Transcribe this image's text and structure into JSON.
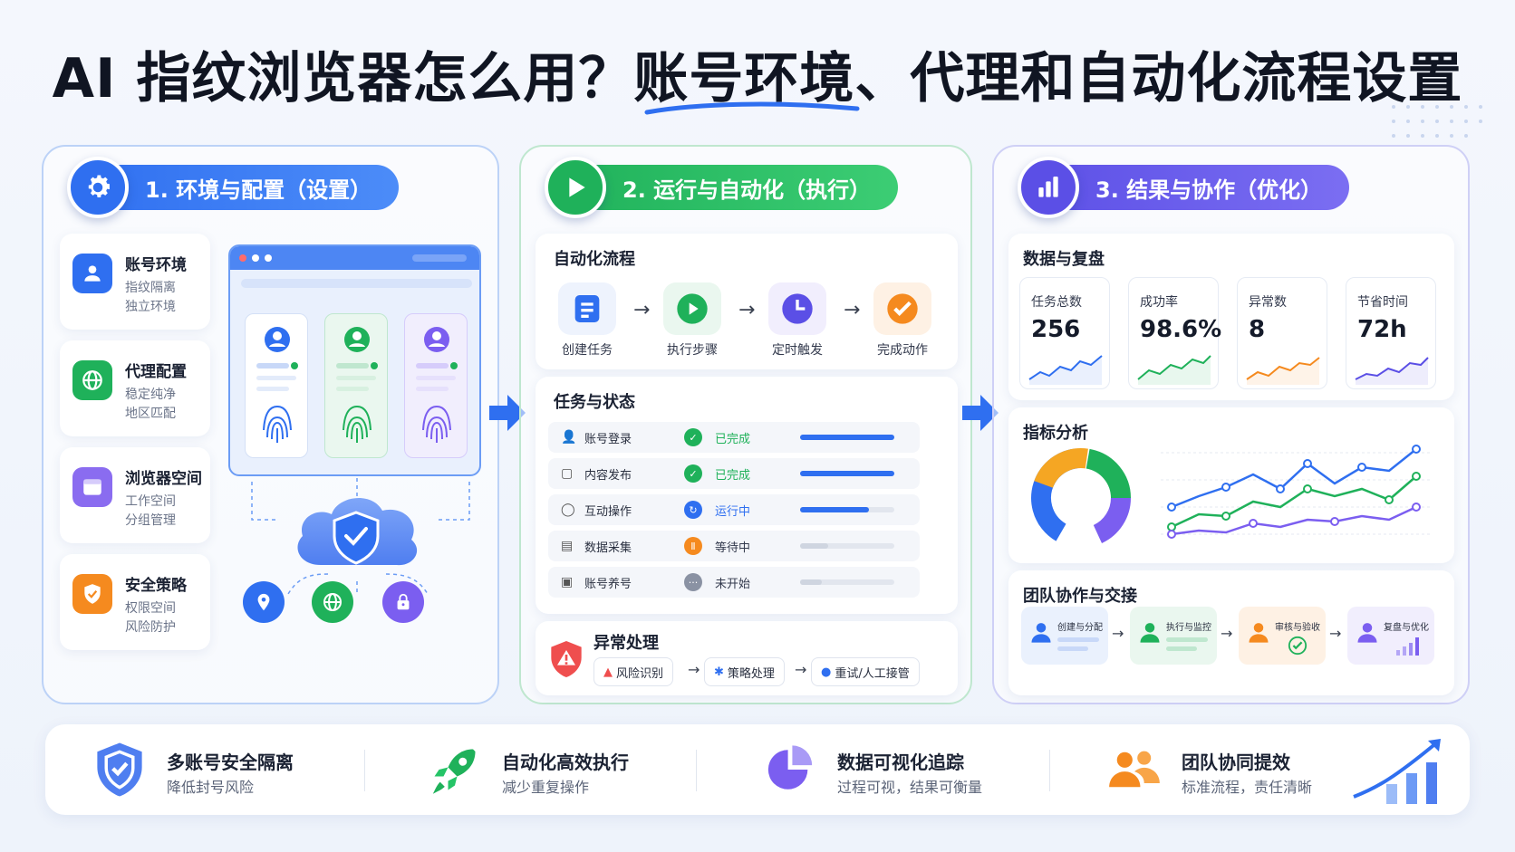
{
  "page": {
    "title": "AI 指纹浏览器怎么用？账号环境、代理和自动化流程设置"
  },
  "colors": {
    "blue": "#2f6ff0",
    "green": "#1fb15a",
    "purple": "#5b4fe6",
    "orange": "#f58a1f"
  },
  "panel1": {
    "header": "1. 环境与配置（设置）",
    "header_icon": "gear-icon",
    "features": [
      {
        "title": "账号环境",
        "line1": "指纹隔离",
        "line2": "独立环境",
        "icon": "user-icon"
      },
      {
        "title": "代理配置",
        "line1": "稳定纯净",
        "line2": "地区匹配",
        "icon": "globe-icon"
      },
      {
        "title": "浏览器空间",
        "line1": "工作空间",
        "line2": "分组管理",
        "icon": "browser-window-icon"
      },
      {
        "title": "安全策略",
        "line1": "权限空间",
        "line2": "风险防护",
        "icon": "shield-icon"
      }
    ]
  },
  "panel2": {
    "header": "2. 运行与自动化（执行）",
    "header_icon": "play-icon",
    "flow": {
      "title": "自动化流程",
      "steps": [
        {
          "label": "创建任务",
          "icon": "document-icon"
        },
        {
          "label": "执行步骤",
          "icon": "play-icon"
        },
        {
          "label": "定时触发",
          "icon": "clock-icon"
        },
        {
          "label": "完成动作",
          "icon": "check-icon"
        }
      ]
    },
    "tasks": {
      "title": "任务与状态",
      "rows": [
        {
          "name": "账号登录",
          "status": "已完成",
          "status_color": "#1fb15a",
          "progress": 1.0
        },
        {
          "name": "内容发布",
          "status": "已完成",
          "status_color": "#1fb15a",
          "progress": 1.0
        },
        {
          "name": "互动操作",
          "status": "运行中",
          "status_color": "#2f6ff0",
          "progress": 0.73
        },
        {
          "name": "数据采集",
          "status": "等待中",
          "status_color": "#f58a1f",
          "progress": 0.3
        },
        {
          "name": "账号养号",
          "status": "未开始",
          "status_color": "#8a92a3",
          "progress": 0.23
        }
      ]
    },
    "exception": {
      "title": "异常处理",
      "steps": [
        "风险识别",
        "策略处理",
        "重试/人工接管"
      ]
    }
  },
  "panel3": {
    "header": "3. 结果与协作（优化）",
    "header_icon": "bar-chart-icon",
    "review": {
      "title": "数据与复盘",
      "stats": [
        {
          "label": "任务总数",
          "value": "256",
          "color": "#2f6ff0"
        },
        {
          "label": "成功率",
          "value": "98.6%",
          "color": "#1fb15a"
        },
        {
          "label": "异常数",
          "value": "8",
          "color": "#f58a1f"
        },
        {
          "label": "节省时间",
          "value": "72h",
          "color": "#5b4fe6"
        }
      ]
    },
    "analysis": {
      "title": "指标分析"
    },
    "team": {
      "title": "团队协作与交接",
      "steps": [
        "创建与分配",
        "执行与监控",
        "审核与验收",
        "复盘与优化"
      ]
    }
  },
  "bottom": [
    {
      "title": "多账号安全隔离",
      "sub": "降低封号风险"
    },
    {
      "title": "自动化高效执行",
      "sub": "减少重复操作"
    },
    {
      "title": "数据可视化追踪",
      "sub": "过程可视，结果可衡量"
    },
    {
      "title": "团队协同提效",
      "sub": "标准流程，责任清晰"
    }
  ]
}
